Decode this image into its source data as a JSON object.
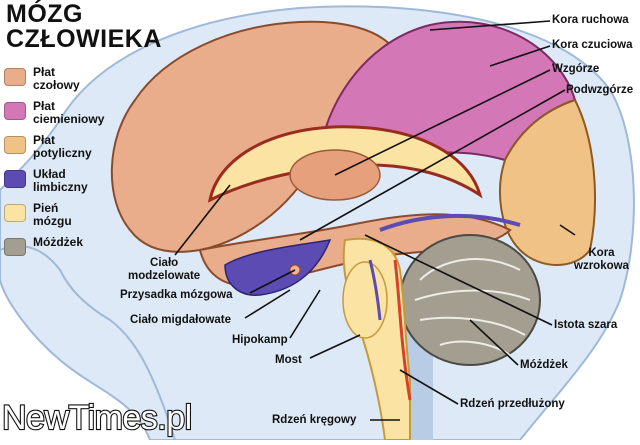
{
  "title": "MÓZG\nCZŁOWIEKA",
  "title_lines": [
    "MÓZG",
    "CZŁOWIEKA"
  ],
  "legend": [
    {
      "label_lines": [
        "Płat",
        "czołowy"
      ],
      "color": "#e9ad8c"
    },
    {
      "label_lines": [
        "Płat",
        "ciemieniowy"
      ],
      "color": "#d477b7"
    },
    {
      "label_lines": [
        "Płat",
        "potyliczny"
      ],
      "color": "#f0c285"
    },
    {
      "label_lines": [
        "Układ",
        "limbiczny"
      ],
      "color": "#5b4bb2"
    },
    {
      "label_lines": [
        "Pień",
        "mózgu"
      ],
      "color": "#fbe3a4"
    },
    {
      "label_lines": [
        "Móżdżek"
      ],
      "color": "#a39e90"
    }
  ],
  "labels": {
    "kora_ruchowa": "Kora ruchowa",
    "kora_czuciowa": "Kora czuciowa",
    "wzgorze": "Wzgórze",
    "podwzgorze": "Podwzgórze",
    "kora_wzrokowa_1": "Kora",
    "kora_wzrokowa_2": "wzrokowa",
    "cialo_modzelowate_1": "Ciało",
    "cialo_modzelowate_2": "modzelowate",
    "przysadka": "Przysadka mózgowa",
    "cialo_migdalowate": "Ciało migdałowate",
    "hipokamp": "Hipokamp",
    "most": "Most",
    "istota_szara": "Istota szara",
    "mozdzek": "Móżdżek",
    "rdzen_przedluzony": "Rdzeń przedłużony",
    "rdzen_kregowy": "Rdzeń kręgowy"
  },
  "watermark": "NewTimes.pl",
  "colors": {
    "frontal": "#e9ad8c",
    "parietal": "#d477b7",
    "occipital": "#f0c285",
    "limbic": "#5b4bb2",
    "brainstem": "#fbe3a4",
    "cerebellum": "#a39e90",
    "head": "#cfdff0"
  }
}
